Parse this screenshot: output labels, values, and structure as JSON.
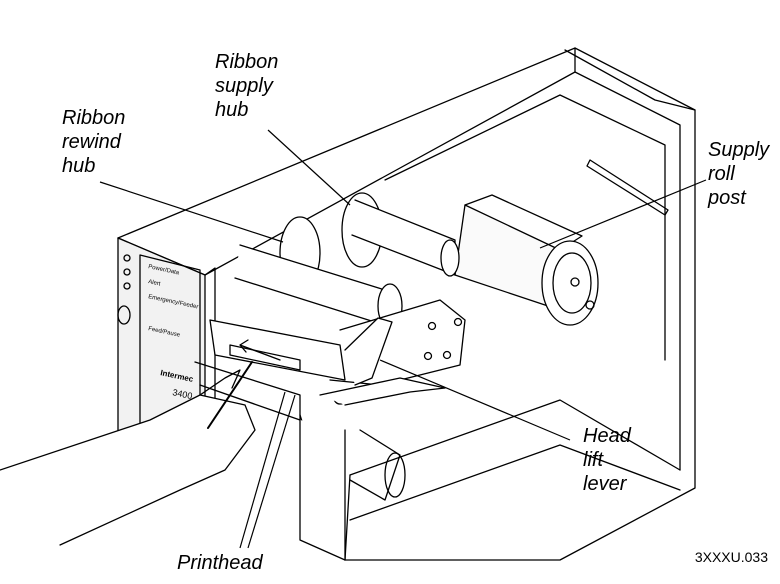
{
  "callouts": {
    "ribbon_supply_hub": [
      "Ribbon",
      "supply",
      "hub"
    ],
    "ribbon_rewind_hub": [
      "Ribbon",
      "rewind",
      "hub"
    ],
    "supply_roll_post": [
      "Supply",
      "roll",
      "post"
    ],
    "head_lift_lever": [
      "Head",
      "lift",
      "lever"
    ],
    "printhead": [
      "Printhead"
    ]
  },
  "panel": {
    "lines": [
      "Power/Data",
      "Alert",
      "Emergency/Feeder",
      "Feed/Pause"
    ],
    "brand": "Intermec",
    "model": "3400"
  },
  "figure_ref": "3XXXU.033",
  "colors": {
    "ink": "#000000",
    "paper": "#ffffff",
    "shade": "#d9d9d9"
  }
}
